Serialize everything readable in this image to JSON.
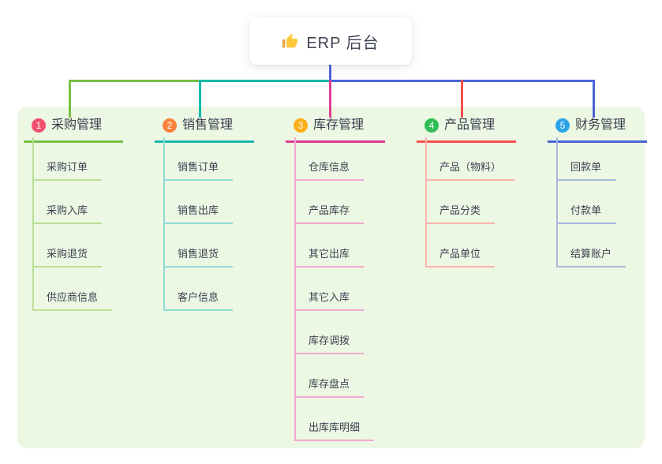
{
  "root": {
    "label": "ERP 后台",
    "icon": "thumbs-up-icon"
  },
  "panel_color": "#ECF7E4",
  "connector_color": "#4B64D8",
  "branches": [
    {
      "num": "1",
      "title": "采购管理",
      "line_color": "#76C043",
      "light_color": "#BCDF96",
      "badge_color": "#F0506E",
      "children": [
        "采购订单",
        "采购入库",
        "采购退货",
        "供应商信息"
      ]
    },
    {
      "num": "2",
      "title": "销售管理",
      "line_color": "#13B8AC",
      "light_color": "#8FDCD4",
      "badge_color": "#F8823E",
      "children": [
        "销售订单",
        "销售出库",
        "销售退货",
        "客户信息"
      ]
    },
    {
      "num": "3",
      "title": "库存管理",
      "line_color": "#E13C94",
      "light_color": "#F3A8D0",
      "badge_color": "#FBAE17",
      "children": [
        "仓库信息",
        "产品库存",
        "其它出库",
        "其它入库",
        "库存调拨",
        "库存盘点",
        "出库库明细"
      ]
    },
    {
      "num": "4",
      "title": "产品管理",
      "line_color": "#F6504C",
      "light_color": "#FBB4AC",
      "badge_color": "#30BE57",
      "children": [
        "产品（物料）",
        "产品分类",
        "产品单位"
      ]
    },
    {
      "num": "5",
      "title": "财务管理",
      "line_color": "#4B64D8",
      "light_color": "#A9B8E2",
      "badge_color": "#2BA3E8",
      "children": [
        "回款单",
        "付款单",
        "结算账户"
      ]
    }
  ]
}
